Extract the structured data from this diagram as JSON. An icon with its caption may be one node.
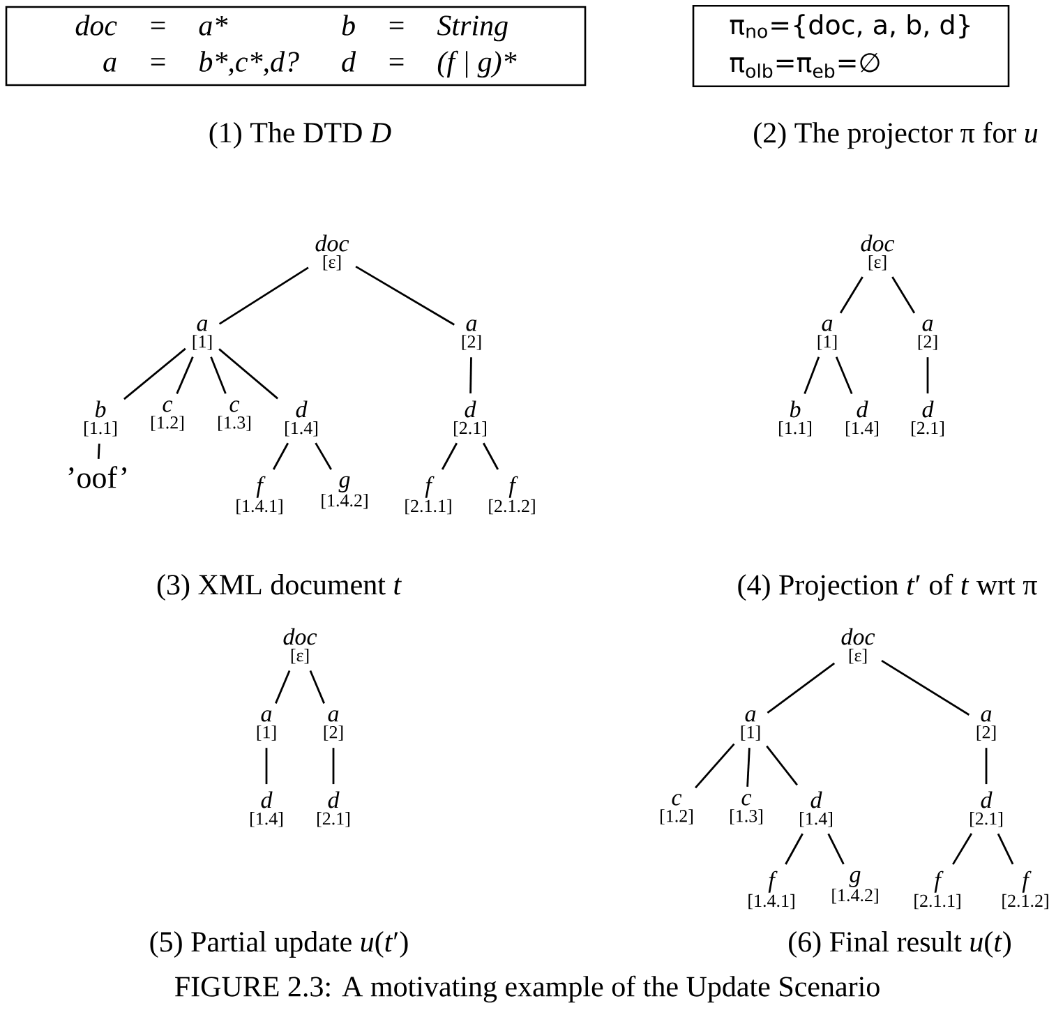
{
  "diagram": {
    "caption": "FIGURE 2.3: A motivating example of the Update Scenario",
    "nodes": [
      {
        "text": [
          "doc",
          "=",
          "a*",
          "b",
          "=",
          "String",
          "a",
          "=",
          "b*,c*,d?",
          "d",
          "=",
          "(f | g)*"
        ]
      },
      {
        "text": [
          "π$_{no}$={doc, a, b, d}",
          "π$_{olb}$=π$_{eb}$=∅"
        ]
      },
      {
        "text": [
          "doc",
          "[ε]"
        ]
      },
      {
        "text": [
          "a",
          "[1]"
        ]
      },
      {
        "text": [
          "a",
          "[2]"
        ]
      },
      {
        "text": [
          "b",
          "[1.1]"
        ]
      },
      {
        "text": [
          "c",
          "[1.2]"
        ]
      },
      {
        "text": [
          "c",
          "[1.3]"
        ]
      },
      {
        "text": [
          "d",
          "[1.4]"
        ]
      },
      {
        "text": [
          "d",
          "[2.1]"
        ]
      },
      {
        "text": [
          "’oof’"
        ]
      },
      {
        "text": [
          "f",
          "[1.4.1]"
        ]
      },
      {
        "text": [
          "g",
          "[1.4.2]"
        ]
      },
      {
        "text": [
          "f",
          "[2.1.1]"
        ]
      },
      {
        "text": [
          "f",
          "[2.1.2]"
        ]
      },
      {
        "text": [
          "doc",
          "[ε]"
        ]
      },
      {
        "text": [
          "a",
          "[1]"
        ]
      },
      {
        "text": [
          "a",
          "[2]"
        ]
      },
      {
        "text": [
          "b",
          "[1.1]"
        ]
      },
      {
        "text": [
          "d",
          "[1.4]"
        ]
      },
      {
        "text": [
          "d",
          "[2.1]"
        ]
      },
      {
        "text": [
          "doc",
          "[ε]"
        ]
      },
      {
        "text": [
          "a",
          "[1]"
        ]
      },
      {
        "text": [
          "a",
          "[2]"
        ]
      },
      {
        "text": [
          "d",
          "[1.4]"
        ]
      },
      {
        "text": [
          "d",
          "[2.1]"
        ]
      },
      {
        "text": [
          "doc",
          "[ε]"
        ]
      },
      {
        "text": [
          "a",
          "[1]"
        ]
      },
      {
        "text": [
          "a",
          "[2]"
        ]
      },
      {
        "text": [
          "c",
          "[1.2]"
        ]
      },
      {
        "text": [
          "c",
          "[1.3]"
        ]
      },
      {
        "text": [
          "d",
          "[1.4]"
        ]
      },
      {
        "text": [
          "d",
          "[2.1]"
        ]
      },
      {
        "text": [
          "f",
          "[1.4.1]"
        ]
      },
      {
        "text": [
          "g",
          "[1.4.2]"
        ]
      },
      {
        "text": [
          "f",
          "[2.1.1]"
        ]
      },
      {
        "text": [
          "f",
          "[2.1.2]"
        ]
      }
    ],
    "edges": [
      {
        "from": 2,
        "to": 3,
        "arrow": "none"
      },
      {
        "from": 2,
        "to": 4,
        "arrow": "none"
      },
      {
        "from": 3,
        "to": 5,
        "arrow": "none"
      },
      {
        "from": 3,
        "to": 6,
        "arrow": "none"
      },
      {
        "from": 3,
        "to": 7,
        "arrow": "none"
      },
      {
        "from": 3,
        "to": 8,
        "arrow": "none"
      },
      {
        "from": 4,
        "to": 9,
        "arrow": "none"
      },
      {
        "from": 5,
        "to": 10,
        "arrow": "none"
      },
      {
        "from": 8,
        "to": 11,
        "arrow": "none"
      },
      {
        "from": 8,
        "to": 12,
        "arrow": "none"
      },
      {
        "from": 9,
        "to": 13,
        "arrow": "none"
      },
      {
        "from": 9,
        "to": 14,
        "arrow": "none"
      },
      {
        "from": 15,
        "to": 16,
        "arrow": "none"
      },
      {
        "from": 15,
        "to": 17,
        "arrow": "none"
      },
      {
        "from": 16,
        "to": 18,
        "arrow": "none"
      },
      {
        "from": 16,
        "to": 19,
        "arrow": "none"
      },
      {
        "from": 17,
        "to": 20,
        "arrow": "none"
      },
      {
        "from": 21,
        "to": 22,
        "arrow": "none"
      },
      {
        "from": 21,
        "to": 23,
        "arrow": "none"
      },
      {
        "from": 22,
        "to": 24,
        "arrow": "none"
      },
      {
        "from": 23,
        "to": 25,
        "arrow": "none"
      },
      {
        "from": 26,
        "to": 27,
        "arrow": "none"
      },
      {
        "from": 26,
        "to": 28,
        "arrow": "none"
      },
      {
        "from": 27,
        "to": 29,
        "arrow": "none"
      },
      {
        "from": 27,
        "to": 30,
        "arrow": "none"
      },
      {
        "from": 27,
        "to": 31,
        "arrow": "none"
      },
      {
        "from": 28,
        "to": 32,
        "arrow": "none"
      },
      {
        "from": 31,
        "to": 33,
        "arrow": "none"
      },
      {
        "from": 31,
        "to": 34,
        "arrow": "none"
      },
      {
        "from": 32,
        "to": 35,
        "arrow": "none"
      },
      {
        "from": 32,
        "to": 36,
        "arrow": "none"
      }
    ],
    "labels": [
      "(1) The DTD *D*",
      "(2) The projector π for *u*",
      "(3) XML document *t*",
      "(4) Projection *t*′ of *t* wrt π",
      "(5) Partial update *u*(*t*′)",
      "(6) Final result *u*(*t*)"
    ]
  }
}
